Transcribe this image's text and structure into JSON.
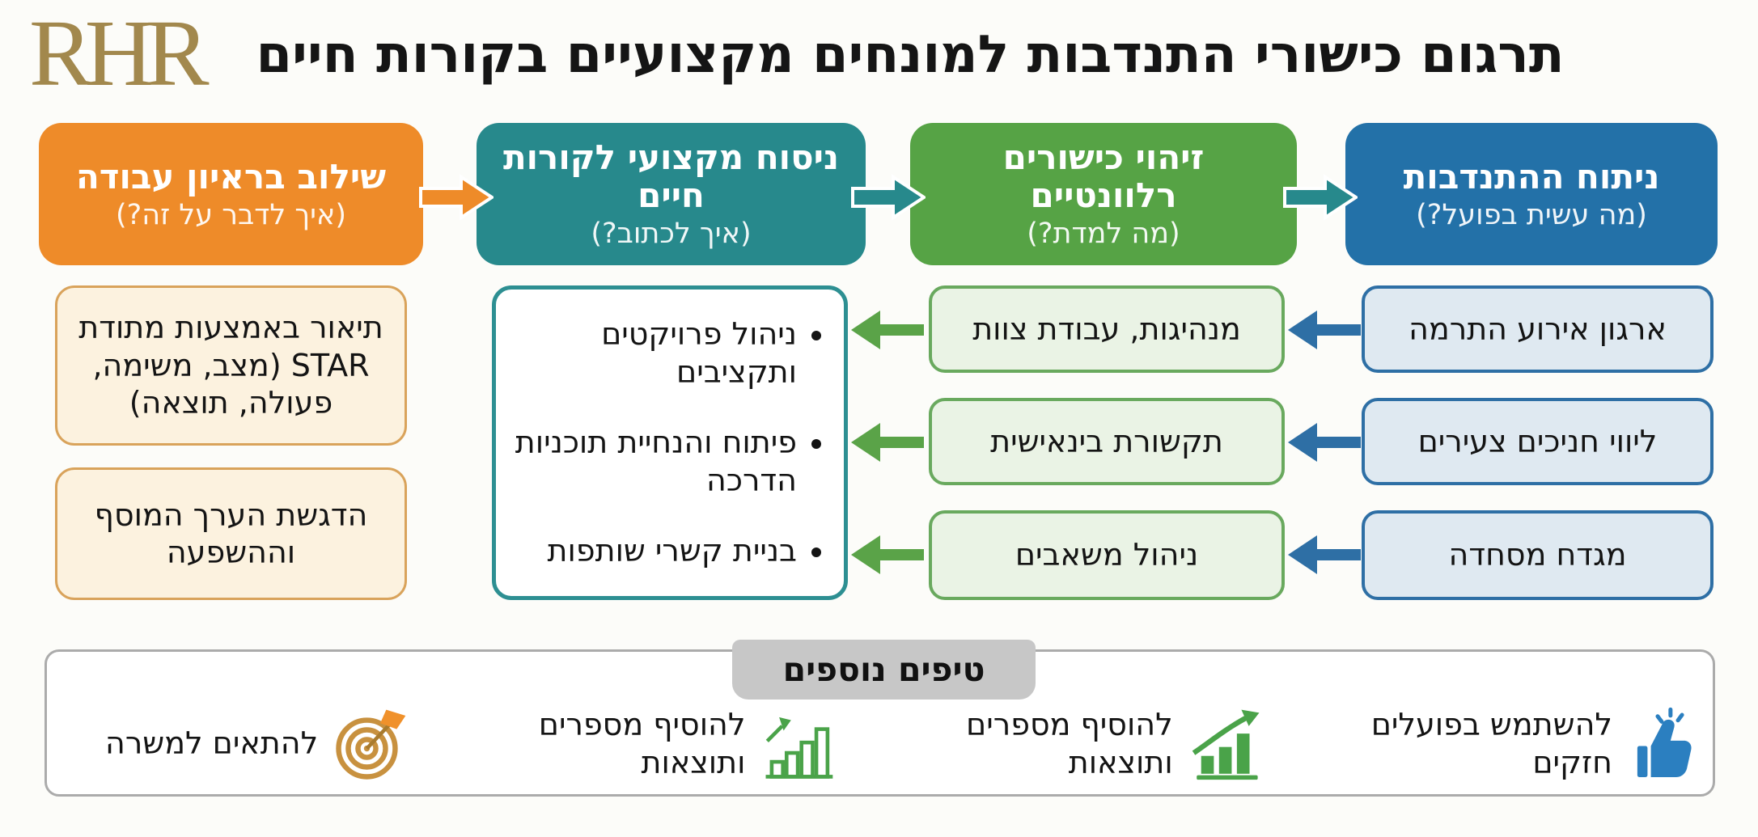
{
  "logo": "RHR",
  "title": "תרגום כישורי התנדבות למונחים מקצועיים בקורות חיים",
  "steps": [
    {
      "title": "ניתוח ההתנדבות",
      "subtitle": "(מה עשית בפועל?)",
      "color": "#2371a8"
    },
    {
      "title": "זיהוי כישורים רלוונטיים",
      "subtitle": "(מה למדת?)",
      "color": "#56a345"
    },
    {
      "title": "ניסוח מקצועי לקורות חיים",
      "subtitle": "(איך לכתוב?)",
      "color": "#27898c"
    },
    {
      "title": "שילוב בראיון עבודה",
      "subtitle": "(איך לדבר על זה?)",
      "color": "#ee8b29"
    }
  ],
  "volunteer_activities": [
    "ארגון אירוע התרמה",
    "ליווי חניכים צעירים",
    "מגדח מסחדה"
  ],
  "skills": [
    "מנהיגות, עבודת צוות",
    "תקשורת בינאישית",
    "ניהול משאבים"
  ],
  "cv_phrases": [
    "ניהול פרויקטים ותקציבים",
    "פיתוח והנחיית תוכניות הדרכה",
    "בניית קשרי שותפות"
  ],
  "interview_points": [
    "תיאור באמצעות מתודת STAR (מצב, משימה, פעולה, תוצאה)",
    "הדגשת הערך המוסף וההשפעה"
  ],
  "tips": {
    "header": "טיפים נוספים",
    "items": [
      {
        "icon": "thumbs-up-icon",
        "label": "להשתמש בפועלים חזקים"
      },
      {
        "icon": "bar-chart-rising-icon",
        "label": "להוסיף מספרים ותוצאות"
      },
      {
        "icon": "bar-chart-outline-icon",
        "label": "להוסיף מספרים ותוצאות"
      },
      {
        "icon": "target-dart-icon",
        "label": "להתאים למשרה"
      }
    ]
  },
  "colors": {
    "step_blue": "#2371a8",
    "step_green": "#56a345",
    "step_teal": "#27898c",
    "step_orange": "#ee8b29",
    "box_blue_bg": "#dfe9f1",
    "box_blue_border": "#2e6fa5",
    "box_green_bg": "#eaf3e5",
    "box_green_border": "#69a95e",
    "box_white_border": "#2d8f92",
    "box_orange_bg": "#fcf2df",
    "box_orange_border": "#d9a35b",
    "logo_gold": "#a2884d",
    "tips_pill_bg": "#c7c7c7",
    "tips_border": "#ababab",
    "icon_blue": "#2b7fc0",
    "icon_green": "#4aa349",
    "icon_orange": "#c8913f"
  }
}
